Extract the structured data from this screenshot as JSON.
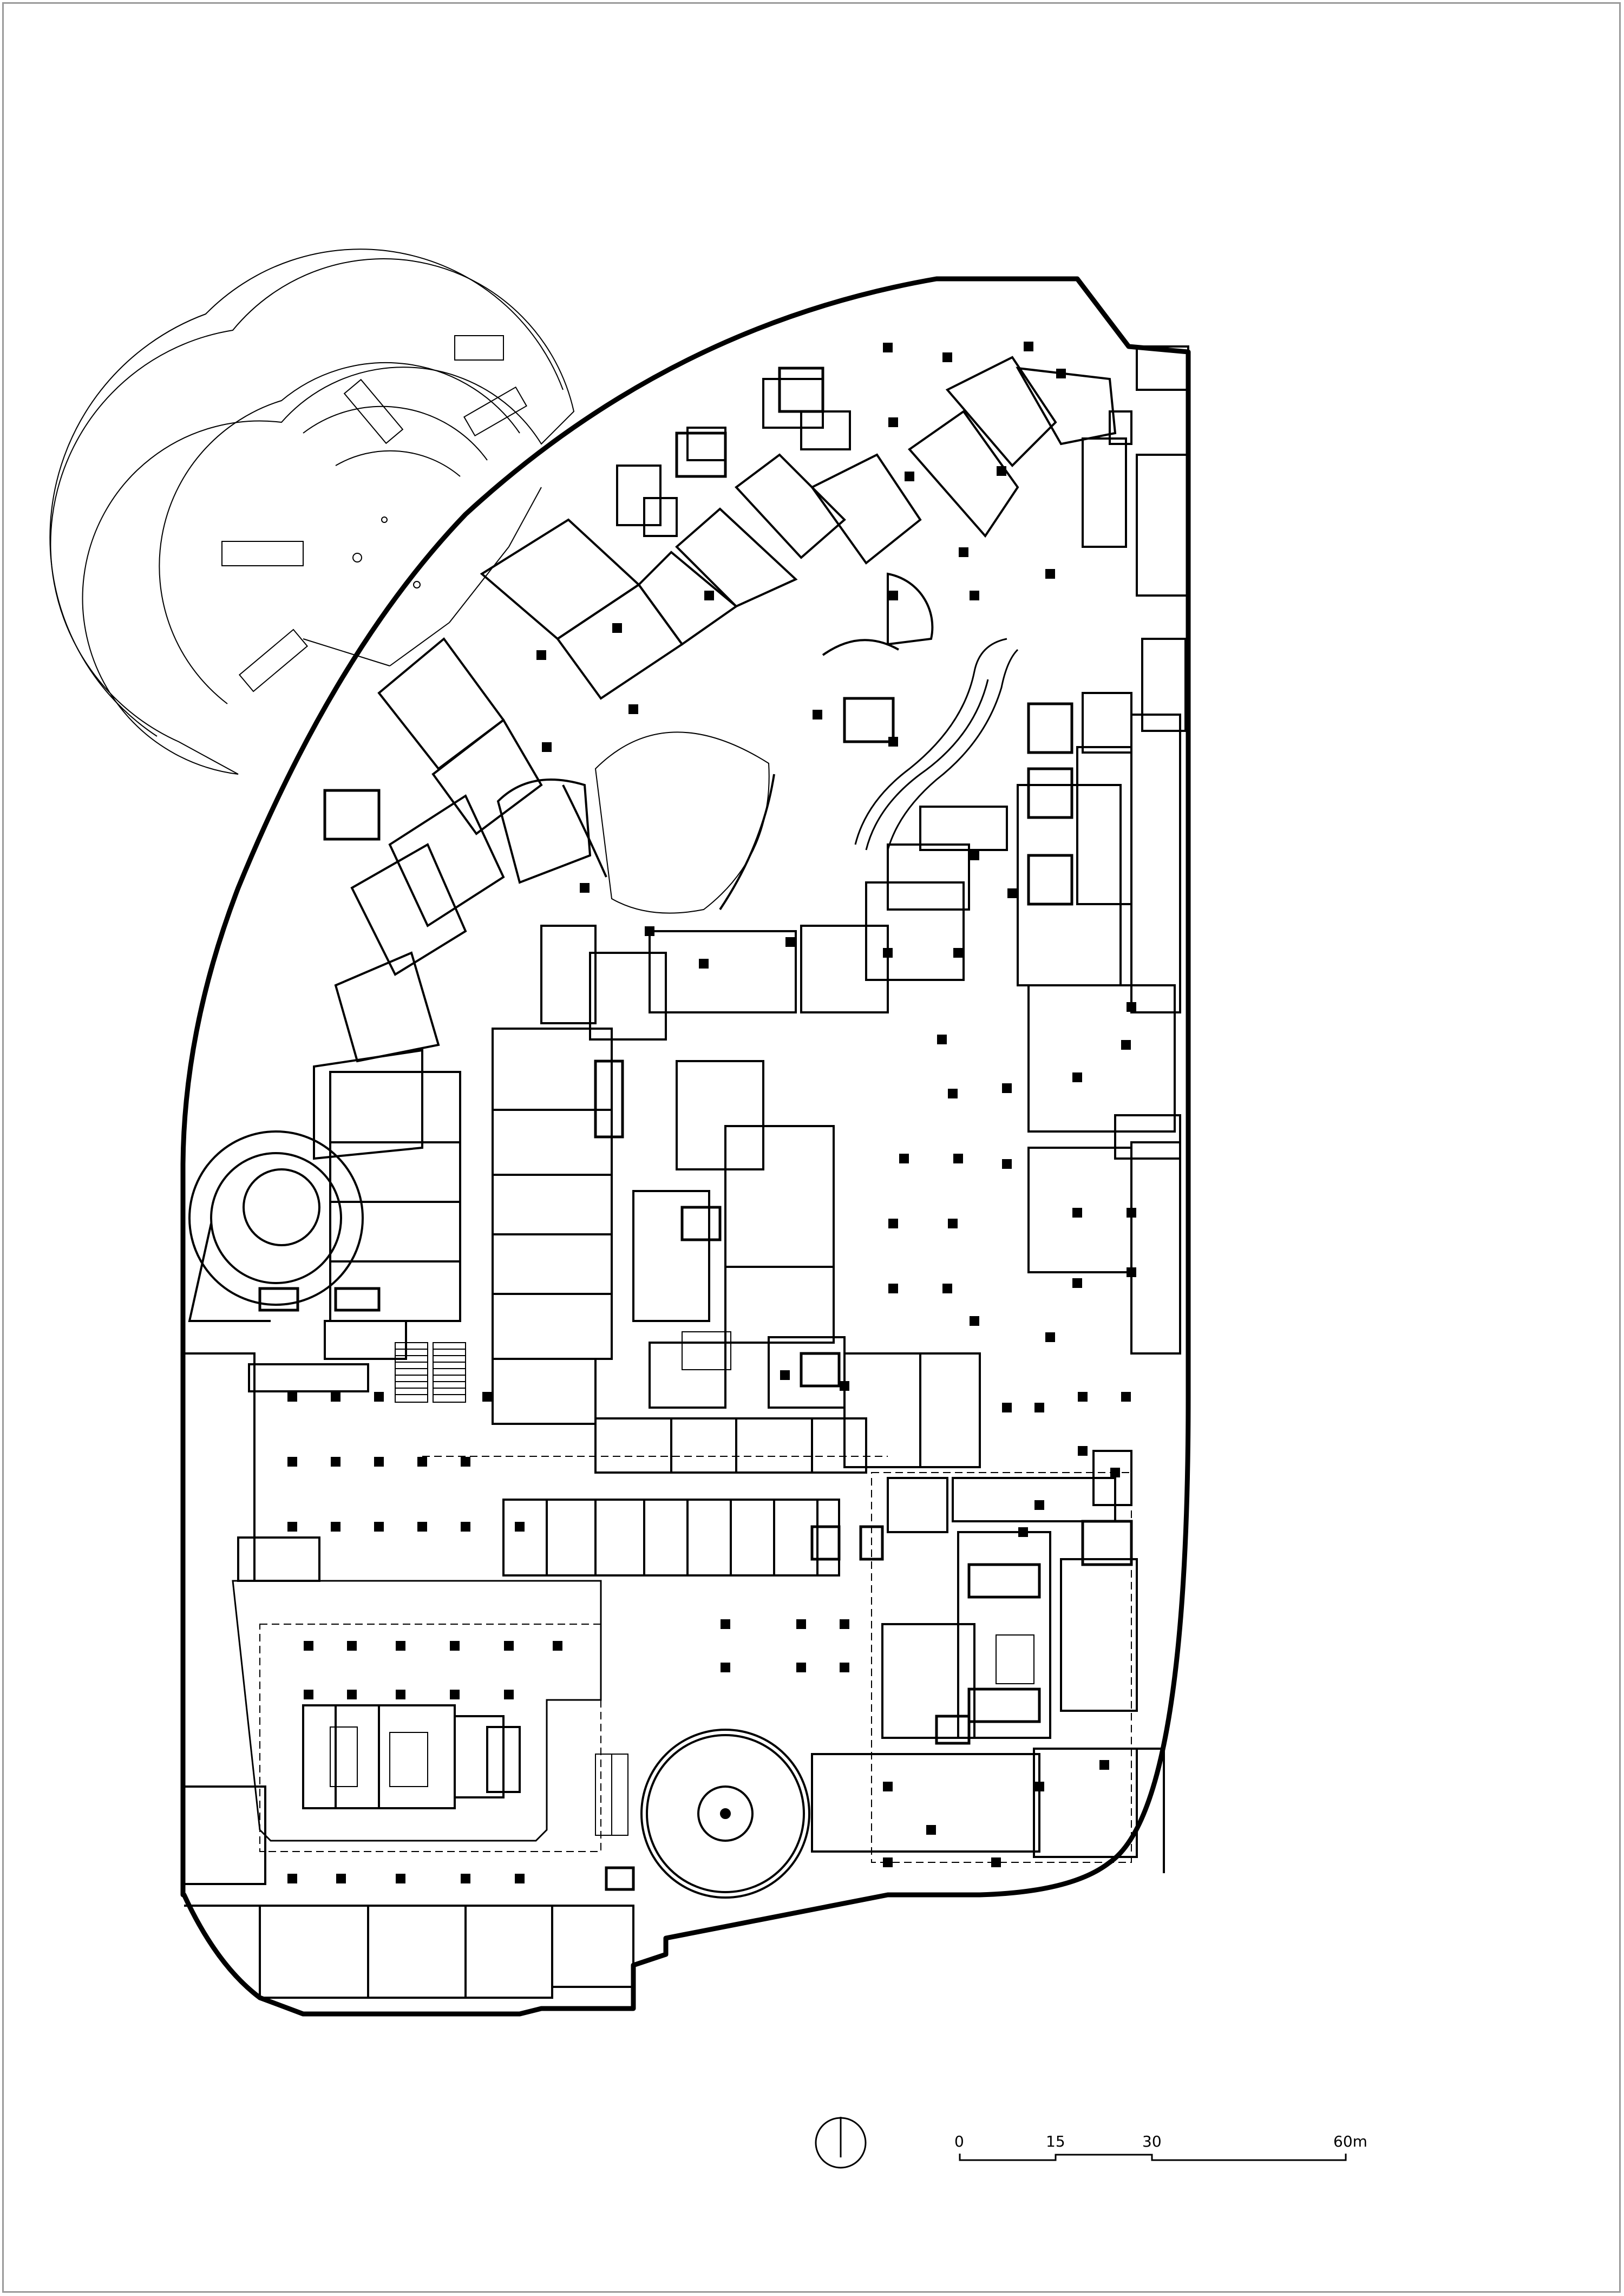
{
  "drawing": {
    "type": "architectural floor plan",
    "line_color": "#000000",
    "background": "#ffffff"
  },
  "north_arrow": {
    "icon": "north-arrow-icon"
  },
  "scale_bar": {
    "labels": [
      "0",
      "15",
      "30",
      "60m"
    ]
  }
}
